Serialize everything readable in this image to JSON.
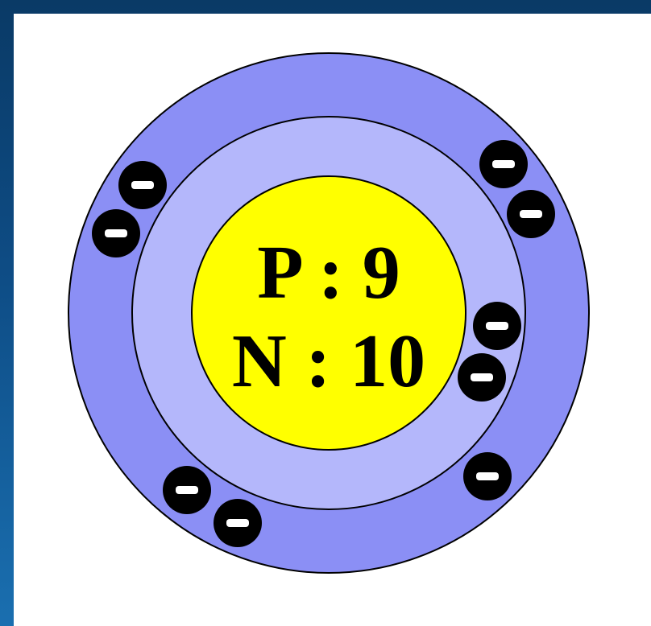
{
  "diagram": {
    "nucleus": {
      "protons_label": "P : 9",
      "neutrons_label": "N : 10"
    },
    "electron_symbol": "−",
    "shells": [
      {
        "name": "inner-shell",
        "electron_count": 2
      },
      {
        "name": "outer-shell",
        "electron_count": 7
      }
    ]
  },
  "colors": {
    "background": "#0e4d86",
    "panel": "#ffffff",
    "outer_shell": "#8b8ff5",
    "inner_shell": "#b4b7fb",
    "nucleus": "#ffff00",
    "electron": "#000000",
    "electron_mark": "#ffffff"
  }
}
